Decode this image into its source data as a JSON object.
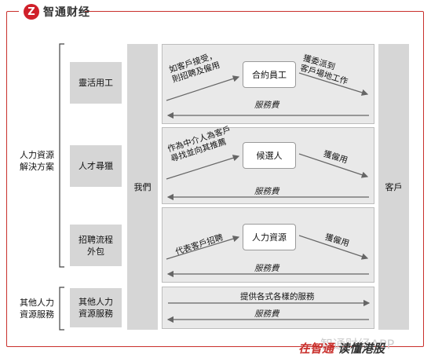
{
  "header": {
    "logo_mark": "Z",
    "brand": "智通财经"
  },
  "left_labels": {
    "hr_solutions": "人力資源\n解決方案",
    "other_hr": "其他人力\n資源服務"
  },
  "services": [
    {
      "name": "靈活用工",
      "center": "合約員工",
      "left_text": "如客戶接受，\n則招聘及僱用",
      "right_text": "獲委派到\n客戶場地工作",
      "fee": "服務費"
    },
    {
      "name": "人才尋獵",
      "center": "候選人",
      "left_text": "作為中介人為客戶\n尋找並向其推薦",
      "right_text": "獲僱用",
      "fee": "服務費"
    },
    {
      "name": "招聘流程\n外包",
      "center": "人力資源",
      "left_text": "代表客戶招聘",
      "right_text": "獲僱用",
      "fee": "服務費"
    }
  ],
  "other_service": {
    "name": "其他人力\n資源服務",
    "top_text": "提供各式各樣的服務",
    "fee": "服務費"
  },
  "columns": {
    "us": "我們",
    "client": "客戶"
  },
  "footer": {
    "slogan_red": "在智通",
    "slogan_dark": "读懂港股",
    "watermark": "智通财经APP"
  },
  "colors": {
    "accent": "#c9302c",
    "box_gray": "#d6d6d6",
    "panel_gray": "#e9e9e9"
  }
}
